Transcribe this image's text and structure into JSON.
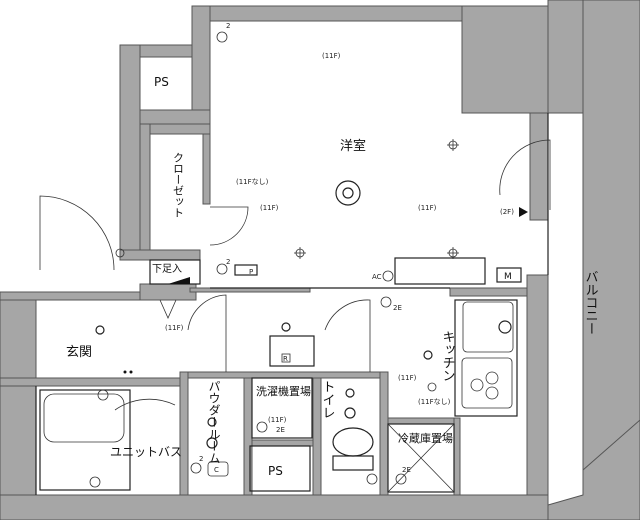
{
  "rooms": {
    "western_room": "洋室",
    "closet": "クローゼット",
    "shoe_storage": "下足入",
    "entrance": "玄関",
    "unit_bath": "ユニットバス",
    "powder_room": "パウダールーム",
    "washer_space": "洗濯機置場",
    "toilet": "トイレ",
    "kitchen": "キッチン",
    "fridge_space": "冷蔵庫置場",
    "balcony": "バルコニー",
    "ps_top": "PS",
    "ps_bottom": "PS"
  },
  "annotations": {
    "light_11f_top": "(11F)",
    "light_11f_closet_nashi": "(11Fなし)",
    "light_11f_closet": "(11F)",
    "light_11f_center": "(11F)",
    "outlet_2f": "(2F)",
    "light_11f_hall": "(11F)",
    "washer_11f": "(11F)",
    "kitchen_11f": "(11F)",
    "kitchen_11f_nashi": "(11Fなし)",
    "outlet_2_top": "2",
    "outlet_2_shoe": "2",
    "outlet_2e_kitchen": "2E",
    "outlet_2e_washer": "2E",
    "outlet_2e_fridge": "2E",
    "outlet_2_bath": "2",
    "ac_mark": "AC",
    "meter_mark": "M",
    "panel_p": "P",
    "intercom_r": "R",
    "bath_c": "C"
  },
  "colors": {
    "wall": "#a6a6a6",
    "line": "#222222",
    "background": "#ffffff"
  }
}
